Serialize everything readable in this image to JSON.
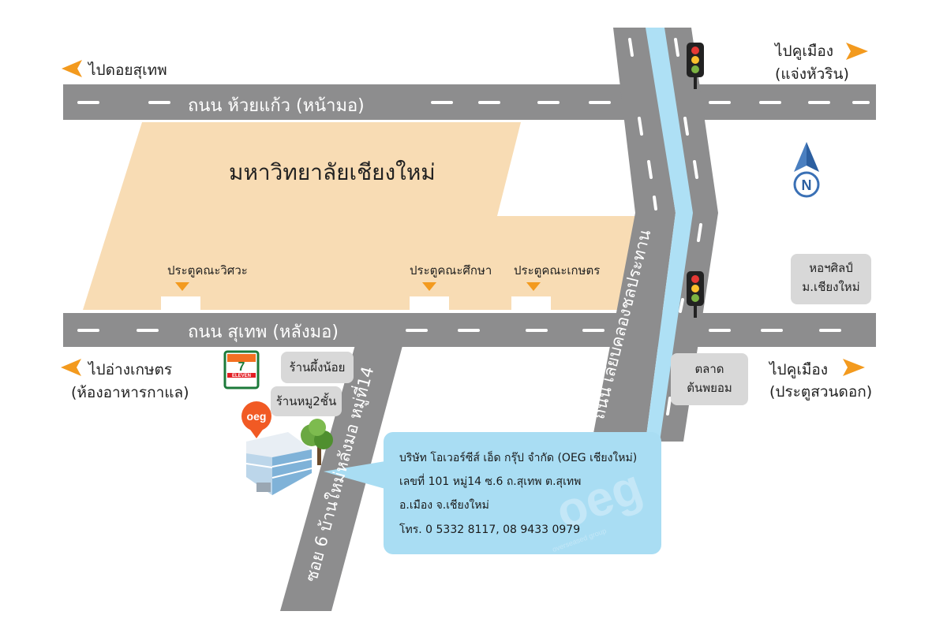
{
  "roads": {
    "north": "ถนน ห้วยแก้ว (หน้ามอ)",
    "south": "ถนน สุเทพ (หลังมอ)",
    "canal": "ถนน เลียบคลองชลประทาน",
    "soi": "ซอย 6 บ้านใหม่หลังมอ หมู่ที่14"
  },
  "university": "มหาวิทยาลัยเชียงใหม่",
  "gates": [
    "ประตูคณะวิศวะ",
    "ประตูคณะศึกษา",
    "ประตูคณะเกษตร"
  ],
  "directions": {
    "doi_suthep": "ไปดอยสุเทพ",
    "khu_mueang_1": "ไปคูเมือง",
    "khu_mueang_1_sub": "(แจ่งหัวริน)",
    "ang_kaset": "ไปอ่างเกษตร",
    "ang_kaset_sub": "(ห้องอาหารกาแล)",
    "khu_mueang_2": "ไปคูเมือง",
    "khu_mueang_2_sub": "(ประตูสวนดอก)"
  },
  "landmarks": {
    "art_gallery_1": "หอฯศิลป์",
    "art_gallery_2": "ม.เชียงใหม่",
    "market_1": "ตลาด",
    "market_2": "ต้นพยอม",
    "shop_phueng": "ร้านผึ้งน้อย",
    "shop_moo": "ร้านหมู2ชั้น",
    "seven_eleven": "ELEVEN",
    "oeg_logo": "oeg"
  },
  "compass": "N",
  "company": {
    "name": "บริษัท โอเวอร์ซีส์ เอ็ด กรุ๊ป จำกัด (OEG เชียงใหม่)",
    "address1": "เลขที่ 101  หมู่14  ซ.6  ถ.สุเทพ  ต.สุเทพ",
    "address2": "อ.เมือง  จ.เชียงใหม่",
    "phone": "โทร. 0 5332 8117,  08 9433 0979",
    "watermark": "oeg",
    "watermark_sub": "overseased group"
  },
  "colors": {
    "road": "#8d8d8e",
    "campus": "#f8dcb4",
    "canal": "#aee0f5",
    "arrow": "#f39a1e",
    "info_bg": "#a9ddf3"
  }
}
